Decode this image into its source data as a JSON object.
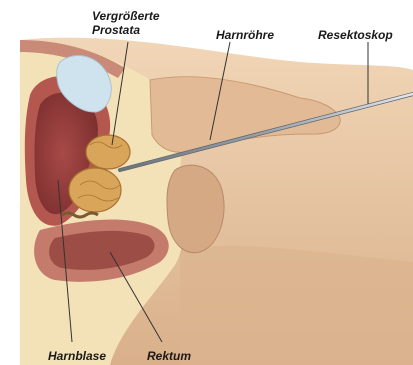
{
  "labels": {
    "prostata_line1": "Vergrößerte",
    "prostata_line2": "Prostata",
    "harnroehre": "Harnröhre",
    "resektoskop": "Resektoskop",
    "harnblase": "Harnblase",
    "rektum": "Rektum"
  },
  "colors": {
    "skin": "#e9c9a6",
    "skin_shadow": "#d9b08a",
    "fat": "#f3e2b8",
    "muscle": "#c47b6b",
    "bladder_wall": "#b4574f",
    "bladder_interior": "#8f3b3a",
    "prostate": "#d9a55a",
    "urine_pocket": "#cfe3ef",
    "instrument": "#9aa3ab",
    "leader_line": "#333333"
  }
}
